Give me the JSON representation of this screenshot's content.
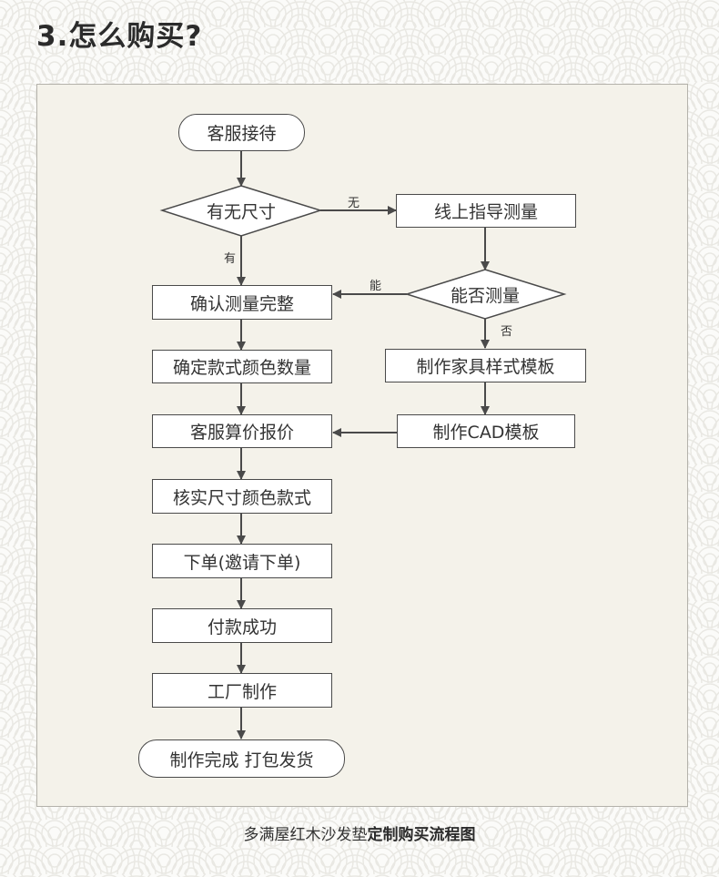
{
  "heading": "3.怎么购买?",
  "flowchart": {
    "start": "客服接待",
    "decision_size": "有无尺寸",
    "edge_no": "无",
    "edge_yes": "有",
    "online_measure": "线上指导测量",
    "decision_measure": "能否测量",
    "edge_can": "能",
    "edge_cannot": "否",
    "confirm_measure": "确认测量完整",
    "confirm_style": "确定款式颜色数量",
    "furniture_template": "制作家具样式模板",
    "quote": "客服算价报价",
    "cad_template": "制作CAD模板",
    "verify": "核实尺寸颜色款式",
    "order": "下单(邀请下单)",
    "payment": "付款成功",
    "factory": "工厂制作",
    "finish": "制作完成 打包发货"
  },
  "caption": {
    "normal": "多满屋红木沙发垫",
    "bold": "定制购买流程图"
  },
  "colors": {
    "page_bg": "#fbfbf9",
    "panel_bg": "#f4f2ea",
    "box_border": "#4a4a4a",
    "arrow": "#4a4a4a"
  }
}
